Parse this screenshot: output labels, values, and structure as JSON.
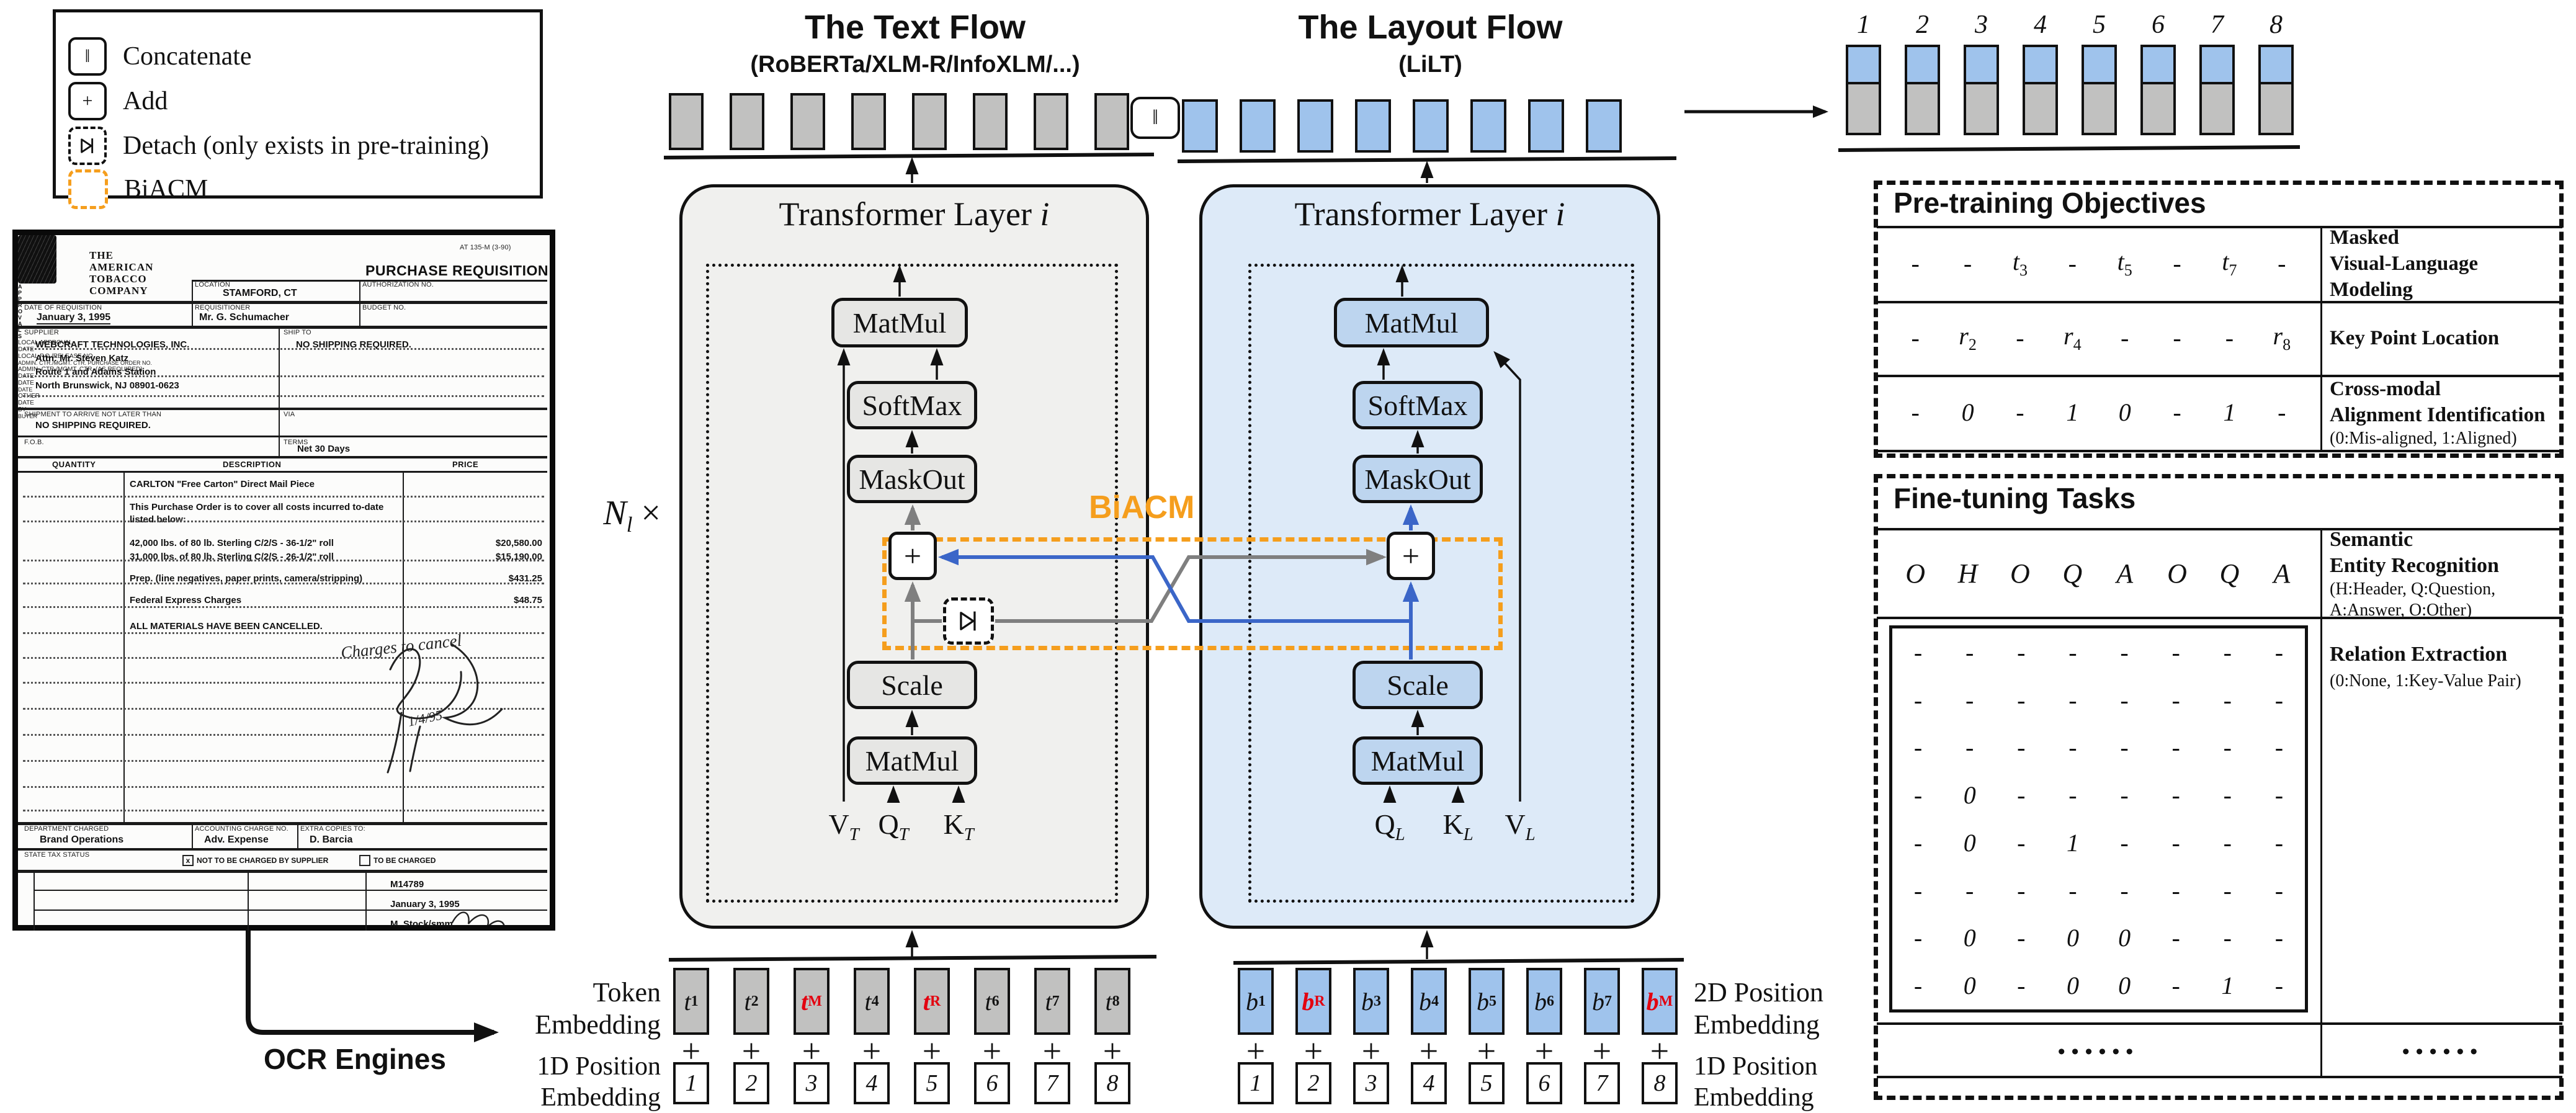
{
  "misc": {
    "biacm": "BiACM",
    "concat": "‖",
    "ocr_label": "OCR Engines",
    "n_base": "N",
    "n_sub": "l",
    "times": "×"
  },
  "legend": {
    "items": [
      {
        "icon": "concat-icon",
        "symbol": "‖",
        "label": "Concatenate"
      },
      {
        "icon": "add-icon",
        "symbol": "+",
        "label": "Add"
      },
      {
        "icon": "detach-icon",
        "symbol": "▷|",
        "label": "Detach (only exists in pre-training)"
      },
      {
        "icon": "biacm-icon",
        "symbol": "",
        "label": "BiACM"
      }
    ]
  },
  "flows": {
    "text": {
      "title": "The Text Flow",
      "subtitle": "(RoBERTa/XLM-R/InfoXLM/...)",
      "layer_title": "Transformer Layer",
      "layer_index": "i",
      "blocks": [
        "MatMul",
        "SoftMax",
        "MaskOut",
        "Scale",
        "MatMul"
      ],
      "plus": "+",
      "inputs": [
        "V",
        "Q",
        "K"
      ],
      "sub": "T"
    },
    "layout": {
      "title": "The Layout Flow",
      "subtitle": "(LiLT)",
      "layer_title": "Transformer Layer",
      "layer_index": "i",
      "blocks": [
        "MatMul",
        "SoftMax",
        "MaskOut",
        "Scale",
        "MatMul"
      ],
      "plus": "+",
      "inputs": [
        "Q",
        "K",
        "V"
      ],
      "sub": "L"
    }
  },
  "embeddings": {
    "token_label": [
      "Token",
      "Embedding"
    ],
    "pos1d_left_label": [
      "1D Position",
      "Embedding"
    ],
    "pos2d_label": [
      "2D Position",
      "Embedding"
    ],
    "pos1d_right_label": [
      "1D Position",
      "Embedding"
    ],
    "token_items": [
      {
        "b": "t",
        "s": "1"
      },
      {
        "b": "t",
        "s": "2"
      },
      {
        "b": "t",
        "s": "M",
        "red": true
      },
      {
        "b": "t",
        "s": "4"
      },
      {
        "b": "t",
        "s": "R",
        "red": true
      },
      {
        "b": "t",
        "s": "6"
      },
      {
        "b": "t",
        "s": "7"
      },
      {
        "b": "t",
        "s": "8"
      }
    ],
    "layout_items": [
      {
        "b": "b",
        "s": "1"
      },
      {
        "b": "b",
        "s": "R",
        "red": true
      },
      {
        "b": "b",
        "s": "3"
      },
      {
        "b": "b",
        "s": "4"
      },
      {
        "b": "b",
        "s": "5"
      },
      {
        "b": "b",
        "s": "6"
      },
      {
        "b": "b",
        "s": "7"
      },
      {
        "b": "b",
        "s": "M",
        "red": true
      }
    ],
    "positions": [
      "1",
      "2",
      "3",
      "4",
      "5",
      "6",
      "7",
      "8"
    ],
    "plus": "+"
  },
  "output_stack": {
    "numbers": [
      "1",
      "2",
      "3",
      "4",
      "5",
      "6",
      "7",
      "8"
    ]
  },
  "pretraining": {
    "title": "Pre-training Objectives",
    "rows": [
      {
        "values": [
          "-",
          "-",
          {
            "b": "t",
            "s": "3"
          },
          "-",
          {
            "b": "t",
            "s": "5"
          },
          "-",
          {
            "b": "t",
            "s": "7"
          },
          "-"
        ],
        "label_lines": [
          "Masked",
          "Visual-Language Modeling"
        ],
        "note": ""
      },
      {
        "values": [
          "-",
          {
            "b": "r",
            "s": "2"
          },
          "-",
          {
            "b": "r",
            "s": "4"
          },
          "-",
          "-",
          "-",
          {
            "b": "r",
            "s": "8"
          }
        ],
        "label_lines": [
          "Key Point Location"
        ],
        "note": ""
      },
      {
        "values": [
          "-",
          "0",
          "-",
          "1",
          "0",
          "-",
          "1",
          "-"
        ],
        "label_lines": [
          "Cross-modal",
          "Alignment Identification"
        ],
        "note": "(0:Mis-aligned, 1:Aligned)"
      }
    ]
  },
  "finetuning": {
    "title": "Fine-tuning Tasks",
    "ser_values": [
      "O",
      "H",
      "O",
      "Q",
      "A",
      "O",
      "Q",
      "A"
    ],
    "ser_label_lines": [
      "Semantic",
      "Entity Recognition"
    ],
    "ser_note_lines": [
      "(H:Header, Q:Question,",
      "A:Answer, O:Other)"
    ],
    "re_label": "Relation Extraction",
    "re_note": "(0:None, 1:Key-Value Pair)",
    "re_matrix": [
      [
        "-",
        "-",
        "-",
        "-",
        "-",
        "-",
        "-",
        "-"
      ],
      [
        "-",
        "-",
        "-",
        "-",
        "-",
        "-",
        "-",
        "-"
      ],
      [
        "-",
        "-",
        "-",
        "-",
        "-",
        "-",
        "-",
        "-"
      ],
      [
        "-",
        "0",
        "-",
        "-",
        "-",
        "-",
        "-",
        "-"
      ],
      [
        "-",
        "0",
        "-",
        "1",
        "-",
        "-",
        "-",
        "-"
      ],
      [
        "-",
        "-",
        "-",
        "-",
        "-",
        "-",
        "-",
        "-"
      ],
      [
        "-",
        "0",
        "-",
        "0",
        "0",
        "-",
        "-",
        "-"
      ],
      [
        "-",
        "0",
        "-",
        "0",
        "0",
        "-",
        "1",
        "-"
      ]
    ],
    "dots": "••••••"
  },
  "document": {
    "form_code": "AT 135-M (3-90)",
    "title": "PURCHASE REQUISITION",
    "company_lines": [
      "THE",
      "AMERICAN",
      "TOBACCO",
      "COMPANY"
    ],
    "location_label": "LOCATION",
    "location_value": "STAMFORD, CT",
    "auth_label": "AUTHORIZATION NO.",
    "date_label": "DATE OF REQUISITION",
    "date_value": "January 3, 1995",
    "requisitioner_label": "REQUISITIONER",
    "requisitioner_value": "Mr. G. Schumacher",
    "budget_label": "BUDGET NO.",
    "supplier_label": "SUPPLIER",
    "supplier_lines": [
      "WEBCRAFT TECHNOLOGIES, INC.",
      "Attn: Mr. Steven Katz",
      "Route 1 and Adams Station",
      "North Brunswick, NJ 08901-0623"
    ],
    "shipto_label": "SHIP TO",
    "shipto_value": "NO SHIPPING REQUIRED.",
    "arrive_label": "SHIPMENT TO ARRIVE NOT LATER THAN",
    "arrive_value": "NO SHIPPING REQUIRED.",
    "via_label": "VIA",
    "fob_label": "F.O.B.",
    "terms_label": "TERMS",
    "terms_value": "Net 30 Days",
    "qty_header": "QUANTITY",
    "desc_header": "DESCRIPTION",
    "price_header": "PRICE",
    "items": [
      {
        "desc": "CARLTON \"Free Carton\" Direct Mail Piece",
        "price": ""
      },
      {
        "desc": "This Purchase Order is to cover all costs incurred to-date",
        "price": ""
      },
      {
        "desc": "listed below:",
        "price": ""
      },
      {
        "desc": "42,000 lbs. of 80 lb. Sterling C/2/S - 36-1/2\" roll",
        "price": "$20,580.00"
      },
      {
        "desc": "31,000 lbs. of 80 lb. Sterling C/2/S - 26-1/2\" roll",
        "price": "$15,190.00"
      },
      {
        "desc": "Prep. (line negatives, paper prints, camera/stripping)",
        "price": "$431.25"
      },
      {
        "desc": "Federal Express Charges",
        "price": "$48.75"
      },
      {
        "desc": "ALL MATERIALS HAVE BEEN CANCELLED.",
        "price": ""
      }
    ],
    "handwriting": {
      "note": "Charges to cancel",
      "date": "1/4/95"
    },
    "dept_label": "DEPARTMENT CHARGED",
    "dept_value": "Brand Operations",
    "acct_label": "ACCOUNTING CHARGE NO.",
    "acct_value": "Adv. Expense",
    "copies_label": "EXTRA COPIES TO:",
    "copies_value": "D. Barcia",
    "tax_label": "STATE TAX STATUS",
    "tax_opt1": "NOT TO BE CHARGED BY SUPPLIER",
    "tax_opt2": "TO BE CHARGED",
    "approvals_label": "APPROVALS",
    "approval_rows": [
      {
        "c1": "LOCAL APPROVAL",
        "c2": "DATE",
        "c3": "LOCAL P.O./RELEASE NO.",
        "c4": "ADMIN. CTR./MGMT. CTR. PURCHASE ORDER NO.",
        "v4": "M14789"
      },
      {
        "c1": "ADMIN. CTR./MGMT. CTR. (AS REQUIRED)",
        "c2": "DATE",
        "c3": "DATE",
        "c4": "DATE",
        "v4": "January 3, 1995"
      },
      {
        "c1": "OTHER",
        "c2": "DATE",
        "c3": "BY",
        "c4": "BUYER",
        "v4": "M. Stock/smm"
      }
    ]
  },
  "colors": {
    "orange": "#f59e1d",
    "line_blue": "#3b66c8",
    "line_gray": "#7f7f7f",
    "blue_bar": "#9fc3ec",
    "gray_bar": "#c1c1c0",
    "blue_block": "#bdd5ef",
    "gray_block": "#e6e6e4",
    "red": "#e3000f"
  }
}
